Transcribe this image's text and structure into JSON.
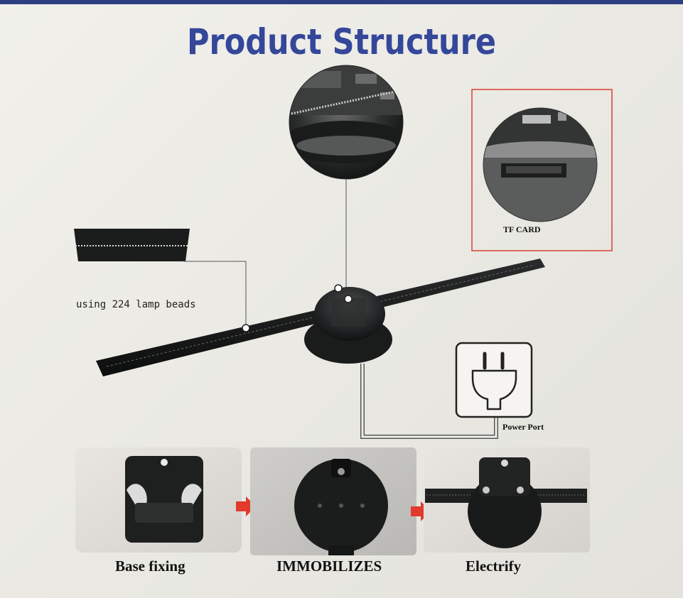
{
  "title": "Product Structure",
  "callouts": {
    "lamp_beads": "using 224 lamp beads",
    "tf_card": "TF CARD",
    "power_port": "Power Port"
  },
  "steps": [
    {
      "label": "Base fixing"
    },
    {
      "label": "IMMOBILIZES"
    },
    {
      "label": "Electrify"
    }
  ],
  "colors": {
    "title": "#34479a",
    "frame_red": "#d9402f",
    "arrow_red": "#e23a2c",
    "background": "#ecebe6"
  },
  "icons": {
    "power_plug": "power-plug-icon",
    "arrow": "right-arrow-icon"
  }
}
